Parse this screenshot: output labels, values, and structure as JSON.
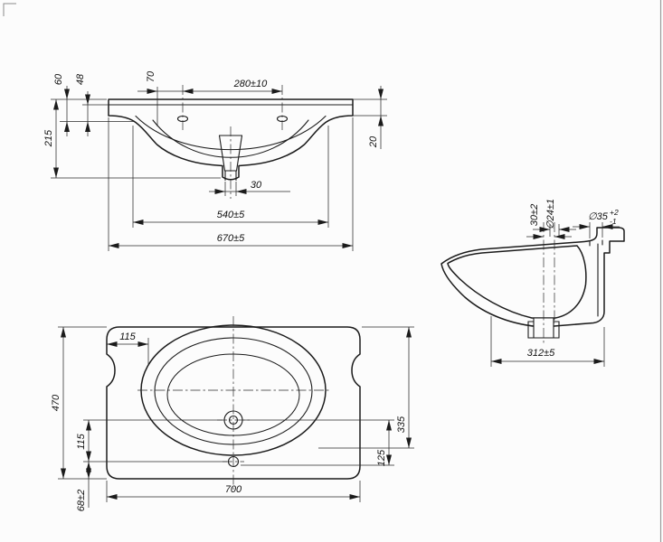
{
  "meta": {
    "background": "#fcfcfc",
    "line_color": "#1b1b1b"
  },
  "front_view": {
    "dims": {
      "h60": "60",
      "h48": "48",
      "w70": "70",
      "w280": "280±10",
      "h215": "215",
      "h20": "20",
      "w30": "30",
      "w540": "540±5",
      "w670": "670±5"
    }
  },
  "side_view": {
    "dims": {
      "off30": "30±2",
      "dia24": "∅24±1",
      "dia35": "∅35",
      "dia35_up": "+2",
      "dia35_dn": "-1",
      "d312": "312±5"
    }
  },
  "top_view": {
    "dims": {
      "w115": "115",
      "h470": "470",
      "v115": "115",
      "v68": "68±2",
      "w700": "700",
      "v125": "125",
      "v335": "335"
    }
  }
}
